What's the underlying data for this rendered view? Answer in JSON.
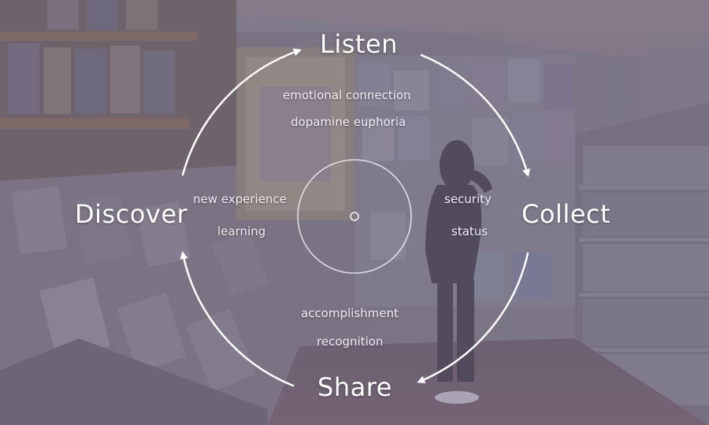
{
  "stages": {
    "listen": "Listen",
    "collect": "Collect",
    "share": "Share",
    "discover": "Discover"
  },
  "notes": {
    "listen": [
      "emotional connection",
      "dopamine euphoria"
    ],
    "collect": [
      "security",
      "status"
    ],
    "share": [
      "accomplishment",
      "recognition"
    ],
    "discover": [
      "new experience",
      "learning"
    ]
  },
  "colors": {
    "overlay": "#6e6880",
    "text": "#ffffff",
    "cycle_stroke": "#ffffff"
  }
}
